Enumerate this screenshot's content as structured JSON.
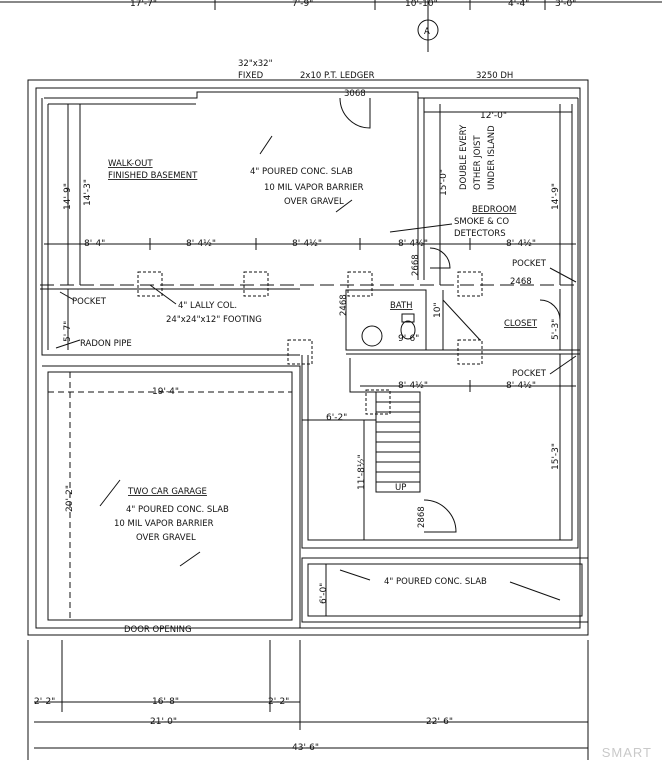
{
  "top_dims": [
    "17'-7\"",
    "7'-9\"",
    "10'-10\"",
    "4'-4\"",
    "3'-0\""
  ],
  "section_marker": "A",
  "window_fixed_size": "32\"x32\"",
  "window_fixed_label": "FIXED",
  "ledger": "2x10 P.T. LEDGER",
  "door_top": "3068",
  "window_dh": "3250 DH",
  "basement_title_1": "WALK-OUT",
  "basement_title_2": "FINISHED BASEMENT",
  "slab_notes": [
    "4\" POURED CONC. SLAB",
    "10 MIL VAPOR BARRIER",
    "OVER GRAVEL"
  ],
  "joist_note": [
    "DOUBLE EVERY",
    "OTHER JOIST",
    "UNDER ISLAND"
  ],
  "bedroom": "BEDROOM",
  "smoke_detectors": [
    "SMOKE & CO",
    "DETECTORS"
  ],
  "left_dims": [
    "14'-9\"",
    "14'-3\"",
    "5'-7\""
  ],
  "right_dims": [
    "14'-9\"",
    "5'-3\"",
    "15'-3\""
  ],
  "dim_12": "12'-0\"",
  "dim_15": "15'-0\"",
  "row_dims": [
    "8'-4\"",
    "8'-4½\"",
    "8'-4½\"",
    "8'-4½\"",
    "8'-4½\""
  ],
  "door_2668a": "2668",
  "door_2468a": "2468",
  "door_2468b": "2468",
  "pocket": "POCKET",
  "lally": "4\" LALLY COL.",
  "footing": "24\"x24\"x12\" FOOTING",
  "bath": "BATH",
  "closet": "CLOSET",
  "bath_dim_1": "10\"",
  "bath_dim_2": "9'-6\"",
  "radon": "RADON PIPE",
  "stair_dims": [
    "8'-4½\"",
    "8'-4½\""
  ],
  "dim_6_2": "6'-2\"",
  "dim_11_8": "11'-8½\"",
  "up": "UP",
  "door_2868": "2868",
  "garage_width": "19'-4\"",
  "garage_depth": "20'-2\"",
  "garage_title": "TWO CAR GARAGE",
  "garage_notes": [
    "4\" POURED CONC. SLAB",
    "10 MIL VAPOR BARRIER",
    "OVER GRAVEL"
  ],
  "front_slab": "4\" POURED CONC. SLAB",
  "dim_6_0": "6'-0\"",
  "door_opening": "DOOR OPENING",
  "bottom_dims_1": [
    "2'-2\"",
    "16'-8\"",
    "2'-2\""
  ],
  "bottom_dims_2": [
    "21'-0\"",
    "22'-6\""
  ],
  "bottom_total": "43'-6\"",
  "watermark": "SMART"
}
